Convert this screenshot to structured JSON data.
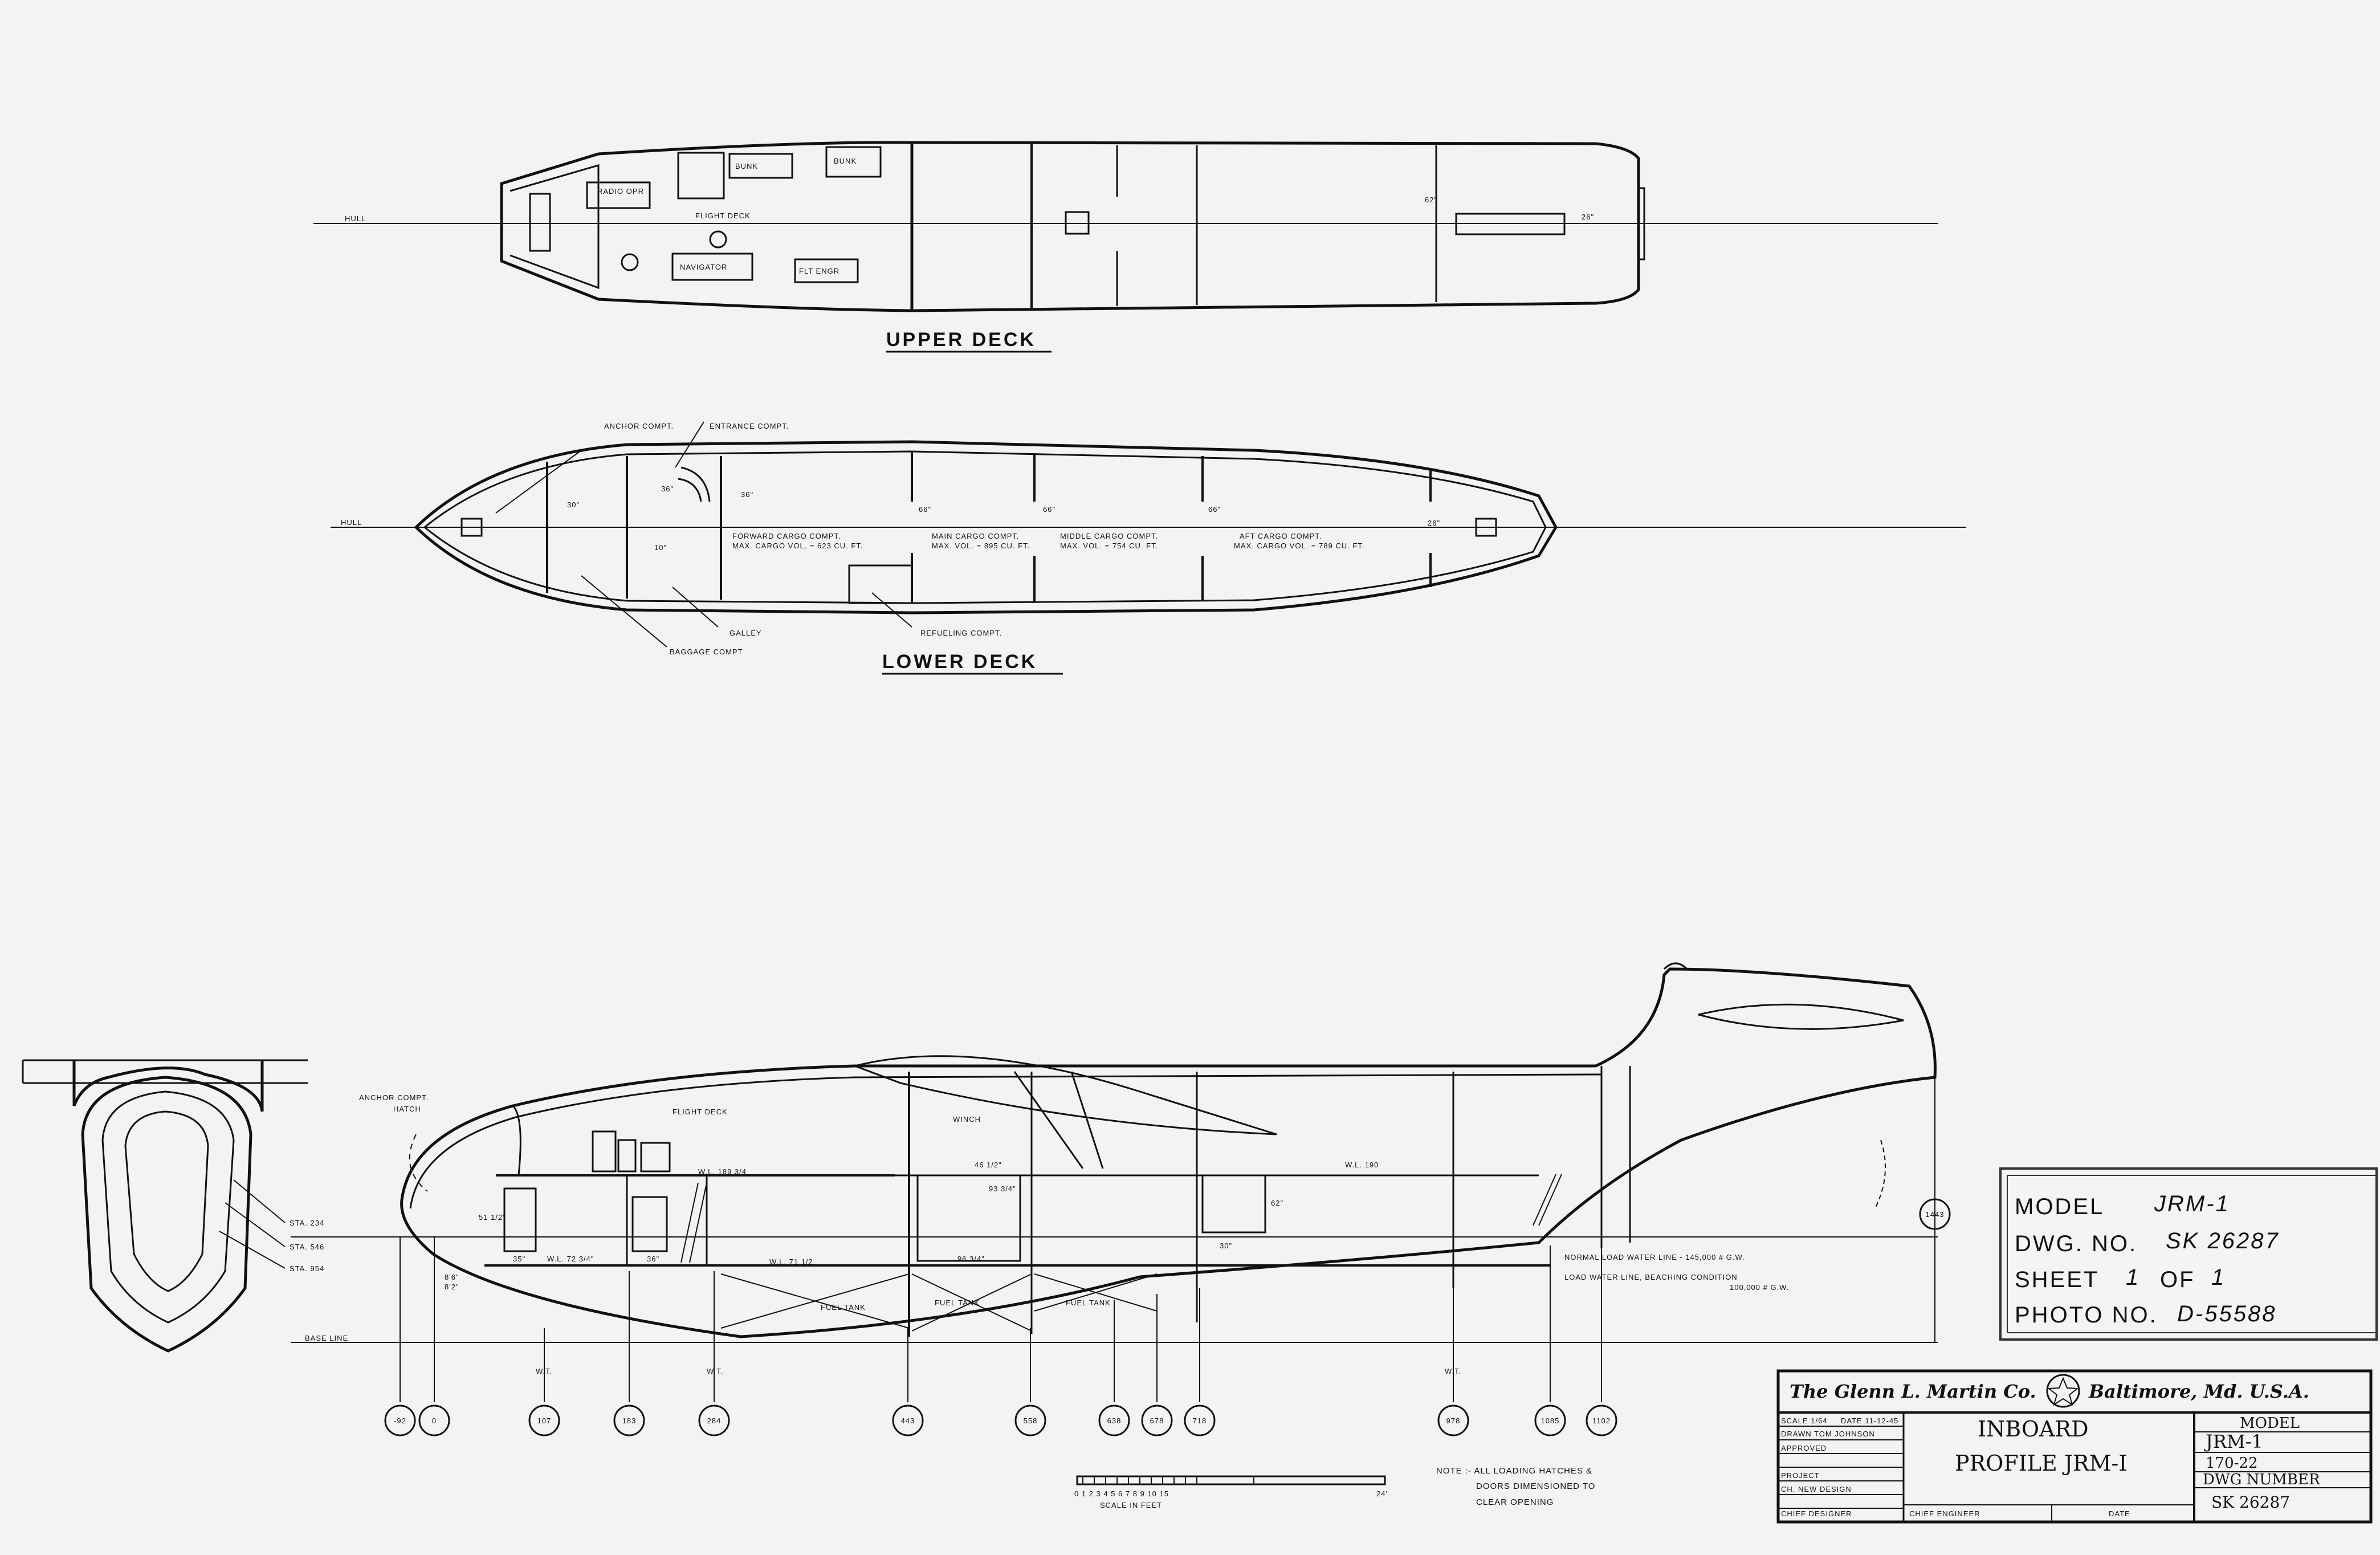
{
  "upper_deck": {
    "title": "UPPER DECK",
    "hull_label": "HULL",
    "labels": [
      "RADIO OPR",
      "BUNK",
      "BUNK",
      "FLIGHT DECK",
      "NAVIGATOR",
      "FLT ENGR"
    ],
    "dims": [
      "62\"",
      "26\""
    ]
  },
  "lower_deck": {
    "title": "LOWER DECK",
    "hull_label": "HULL",
    "callouts": [
      "ANCHOR COMPT.",
      "ENTRANCE COMPT.",
      "GALLEY",
      "BAGGAGE COMPT",
      "REFUELING COMPT."
    ],
    "dims": [
      "30\"",
      "36\"",
      "36\"",
      "10\"",
      "66\"",
      "66\"",
      "66\"",
      "26\""
    ],
    "compartments": [
      {
        "name": "FORWARD CARGO COMPT.",
        "volume": "MAX. CARGO VOL. = 623 CU. FT."
      },
      {
        "name": "MAIN CARGO COMPT.",
        "volume": "MAX. VOL. = 895 CU. FT."
      },
      {
        "name": "MIDDLE CARGO COMPT.",
        "volume": "MAX. VOL. = 754 CU. FT."
      },
      {
        "name": "AFT CARGO COMPT.",
        "volume": "MAX. CARGO VOL. = 789 CU. FT."
      }
    ]
  },
  "profile": {
    "anchor_hatch": [
      "ANCHOR COMPT.",
      "HATCH"
    ],
    "flight_deck": "FLIGHT DECK",
    "winch": "WINCH",
    "wl_labels": [
      "W.L. 189 3/4",
      "W.L. 190",
      "W.L. 71 1/2"
    ],
    "dims": [
      "51 1/2\"",
      "35\"",
      "W.L. 72 3/4\"",
      "36\"",
      "46 1/2\"",
      "93 3/4\"",
      "96 3/4\"",
      "62\"",
      "30\"",
      "8'6\"",
      "8'2\""
    ],
    "fuel_tanks": [
      "FUEL TANK",
      "FUEL TANK",
      "FUEL TANK"
    ],
    "water_lines": [
      "NORMAL LOAD WATER LINE - 145,000 # G.W.",
      "LOAD WATER LINE, BEACHING CONDITION",
      "100,000 # G.W."
    ],
    "base_line": "BASE LINE",
    "sections": [
      "STA. 234",
      "STA. 546",
      "STA. 954"
    ],
    "wt_marks": [
      "W.T.",
      "W.T.",
      "W.T."
    ],
    "stations": [
      "-92",
      "0",
      "107",
      "183",
      "284",
      "443",
      "558",
      "638",
      "678",
      "718",
      "978",
      "1085",
      "1102",
      "1443"
    ]
  },
  "scale_bar": {
    "ticks": "0 1 2 3 4 5 6 7 8 9 10 15",
    "end": "24'",
    "caption": "SCALE IN FEET"
  },
  "note": [
    "NOTE :- ALL LOADING HATCHES &",
    "DOORS DIMENSIONED TO",
    "CLEAR OPENING"
  ],
  "stamp": {
    "model_label": "MODEL",
    "model_value": "JRM-1",
    "dwg_label": "DWG. NO.",
    "dwg_value": "SK 26287",
    "sheet_label": "SHEET",
    "sheet_value": "1",
    "of_label": "OF",
    "of_value": "1",
    "photo_label": "PHOTO NO.",
    "photo_value": "D-55588"
  },
  "title_block": {
    "company": "The Glenn L. Martin Co.",
    "location": "Baltimore, Md. U.S.A.",
    "scale": "SCALE 1/64",
    "date": "DATE 11-12-45",
    "drawn": "DRAWN TOM JOHNSON",
    "approved": "APPROVED",
    "rows": [
      "PROJECT",
      "CH. NEW DESIGN",
      "CHIEF DESIGNER"
    ],
    "title_1": "INBOARD",
    "title_2": "PROFILE JRM-I",
    "model_label": "MODEL",
    "model_value": "JRM-1",
    "sub_number": "170-22",
    "dwg_number_label": "DWG NUMBER",
    "dwg_number_value": "SK 26287",
    "chief_engineer": "CHIEF ENGINEER",
    "date_label": "DATE"
  }
}
